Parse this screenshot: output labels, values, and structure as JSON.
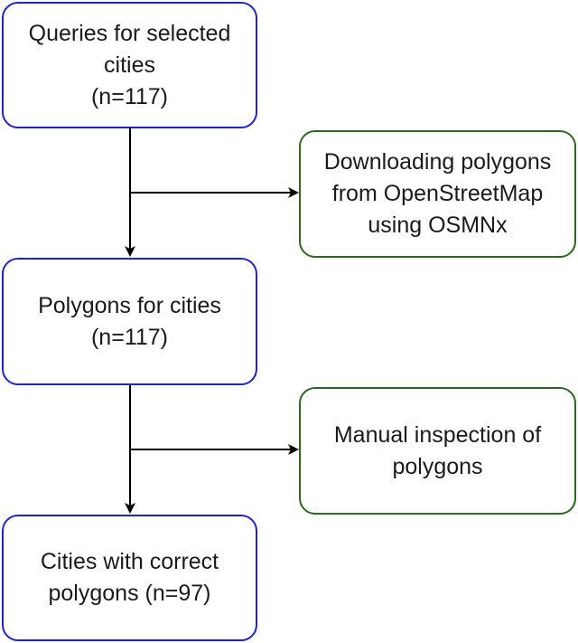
{
  "nodes": {
    "queries": {
      "line1": "Queries for selected",
      "line2": "cities",
      "line3": "(n=117)"
    },
    "download": {
      "line1": "Downloading polygons",
      "line2": "from OpenStreetMap",
      "line3": "using OSMNx"
    },
    "polygons": {
      "line1": "Polygons for cities",
      "line2": "(n=117)"
    },
    "inspection": {
      "line1": "Manual inspection of",
      "line2": "polygons"
    },
    "cities": {
      "line1": "Cities with correct",
      "line2": "polygons (n=97)"
    }
  },
  "edges": [
    {
      "from": "queries",
      "to": "polygons"
    },
    {
      "from": "queries",
      "to": "download"
    },
    {
      "from": "polygons",
      "to": "cities"
    },
    {
      "from": "polygons",
      "to": "inspection"
    }
  ],
  "colors": {
    "step_border": "#1f24c4",
    "process_border": "#2b6a1e",
    "connector": "#000000"
  }
}
